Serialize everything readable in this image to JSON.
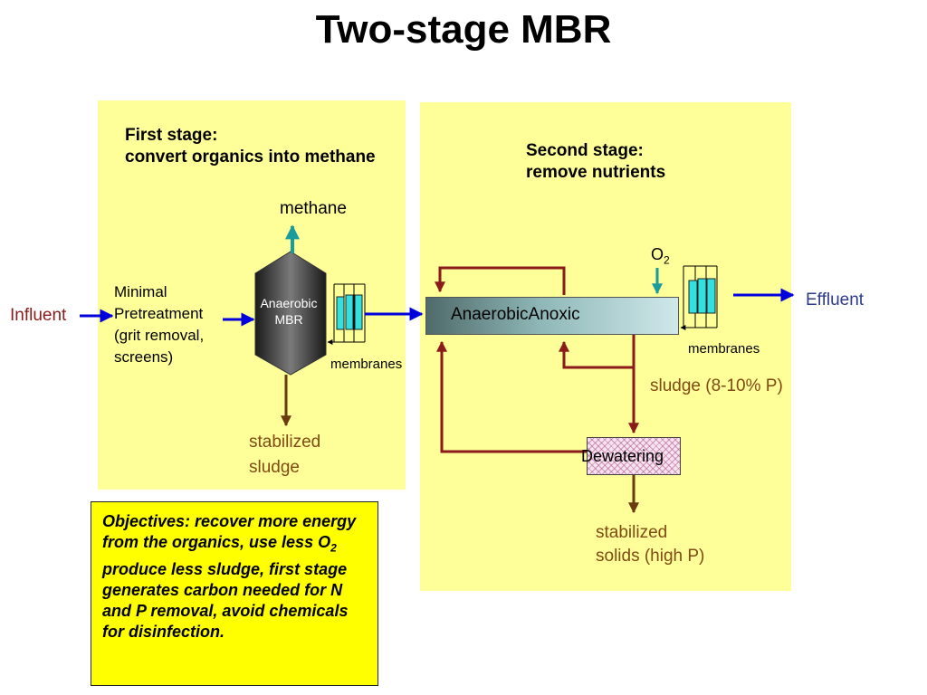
{
  "title": "Two-stage MBR",
  "first_stage": {
    "line1": "First stage:",
    "line2": "convert organics into methane"
  },
  "second_stage": {
    "line1": "Second stage:",
    "line2": "remove nutrients"
  },
  "labels": {
    "methane": "methane",
    "influent": "Influent",
    "pretreatment": [
      "Minimal",
      "Pretreatment",
      "(grit removal,",
      "screens)"
    ],
    "anaerobic_mbr": [
      "Anaerobic",
      "MBR"
    ],
    "membranes_1": "membranes",
    "membranes_2": "membranes",
    "stabilized_sludge": [
      "stabilized",
      "sludge"
    ],
    "o2": "O",
    "o2_sub": "2",
    "effluent": "Effluent",
    "tank": "AnaerobicAnoxic",
    "sludge_p": "sludge (8-10% P)",
    "dewatering": "Dewatering",
    "stabilized_solids": [
      "stabilized",
      "solids (high P)"
    ]
  },
  "objectives": {
    "part1": "Objectives: recover more energy from the organics, use less O",
    "sub": "2",
    "part2": "  produce less sludge, first stage generates carbon needed for N and P removal, avoid chemicals for disinfection."
  },
  "colors": {
    "panel": "#ffff99",
    "objectives_bg": "#ffff00",
    "flow_arrow": "#0000dd",
    "methane_arrow": "#1a9c9c",
    "recycle_line": "#8b1a1a",
    "sludge_arrow": "#6b3a10",
    "membrane_fill": "#33e0e0",
    "label_brown": "#7f4a14",
    "label_navy": "#2e3a8c",
    "label_maroon": "#8b1a1a"
  }
}
